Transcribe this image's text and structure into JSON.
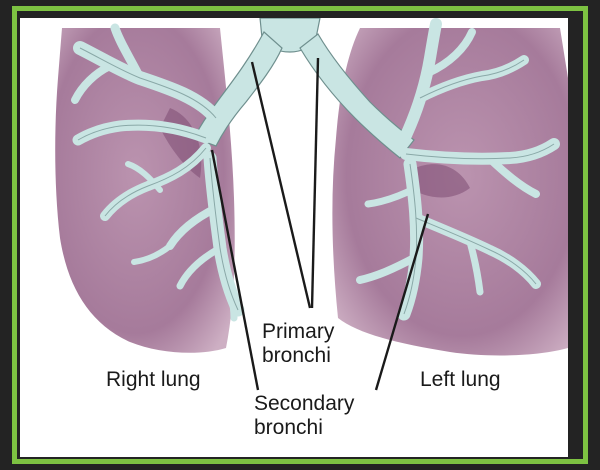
{
  "labels": {
    "right_lung": "Right lung",
    "left_lung": "Left lung",
    "primary_line1": "Primary",
    "primary_line2": "bronchi",
    "secondary_line1": "Secondary",
    "secondary_line2": "bronchi"
  },
  "colors": {
    "frame_border": "#7dc242",
    "background_dark": "#232323",
    "lung_fill": "#a97a9b",
    "lung_dark": "#8b5a7e",
    "bronchi_fill": "#c9e5e3",
    "bronchi_stroke": "#6f8f8e",
    "leader_line": "#1a1a1a"
  }
}
